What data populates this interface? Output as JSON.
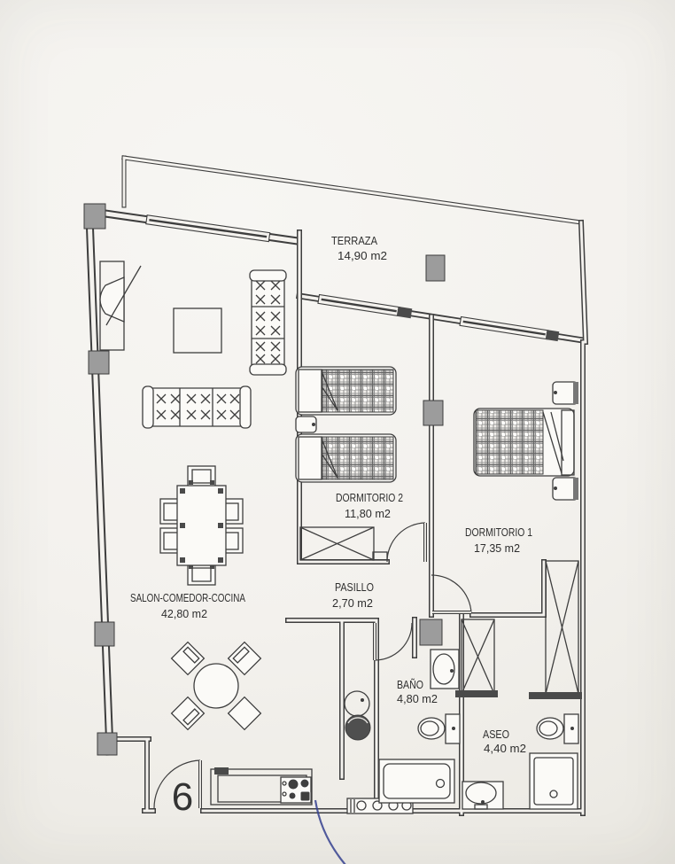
{
  "plan": {
    "kind": "apartment floor plan (scanned)",
    "unit_number": "6"
  },
  "rooms": [
    {
      "id": "terraza",
      "name": "TERRAZA",
      "area": "14,90 m2"
    },
    {
      "id": "dormitorio2",
      "name": "DORMITORIO 2",
      "area": "11,80 m2"
    },
    {
      "id": "dormitorio1",
      "name": "DORMITORIO 1",
      "area": "17,35 m2"
    },
    {
      "id": "salon",
      "name": "SALON-COMEDOR-COCINA",
      "area": "42,80 m2"
    },
    {
      "id": "pasillo",
      "name": "PASILLO",
      "area": "2,70 m2"
    },
    {
      "id": "bano",
      "name": "BAÑO",
      "area": "4,80 m2"
    },
    {
      "id": "aseo",
      "name": "ASEO",
      "area": "4,40 m2"
    }
  ],
  "colors": {
    "paper": "#f4f2ee",
    "line": "#3e3e3e",
    "column_gray": "#9c9c9c",
    "pen_blue": "#35418f"
  },
  "icon_legend": {
    "x_box": "wardrobe-closet",
    "crosshatch": "bed-cover-texture",
    "arc": "door-swing"
  }
}
